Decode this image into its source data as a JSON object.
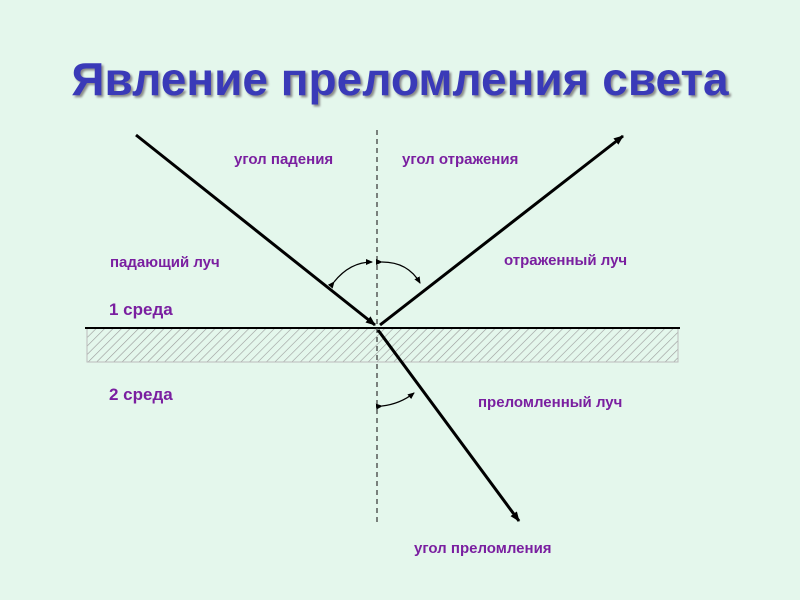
{
  "title": "Явление преломления света",
  "labels": {
    "angle_incidence": "угол падения",
    "angle_reflection": "угол отражения",
    "incident_ray": "падающий луч",
    "reflected_ray": "отраженный луч",
    "medium_1": "1 среда",
    "medium_2": "2 среда",
    "refracted_ray": "преломленный луч",
    "angle_refraction": "угол преломления"
  },
  "colors": {
    "background": "#e4f7ec",
    "title": "#3a3ab8",
    "labels": "#7a1fa0"
  }
}
